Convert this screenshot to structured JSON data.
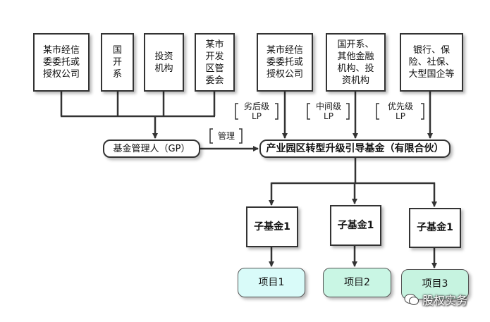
{
  "sources_left": [
    "某市经信\n委委托或\n授权公司",
    "国\n开\n系",
    "投资\n机构",
    "某市\n开发\n区管\n委会"
  ],
  "sources_right": [
    "某市经信\n委委托或\n授权公司",
    "国开系、\n其他金融\n机构、投\n资机构",
    "银行、保\n险、社保、\n大型国企等"
  ],
  "gp": "基金管理人（GP）",
  "manage_label": "管理",
  "fund": "产业园区转型升级引导基金（有限合伙）",
  "lp_labels": [
    "劣后级\nLP",
    "中间级\nLP",
    "优先级\nLP"
  ],
  "sub_funds": [
    "子基金1",
    "子基金1",
    "子基金1"
  ],
  "projects": [
    "项目1",
    "项目2",
    "项目3"
  ],
  "project_colors": [
    "#d9fbf9",
    "#c9f6e4",
    "#c6f3e0"
  ],
  "watermark": "股权实务"
}
